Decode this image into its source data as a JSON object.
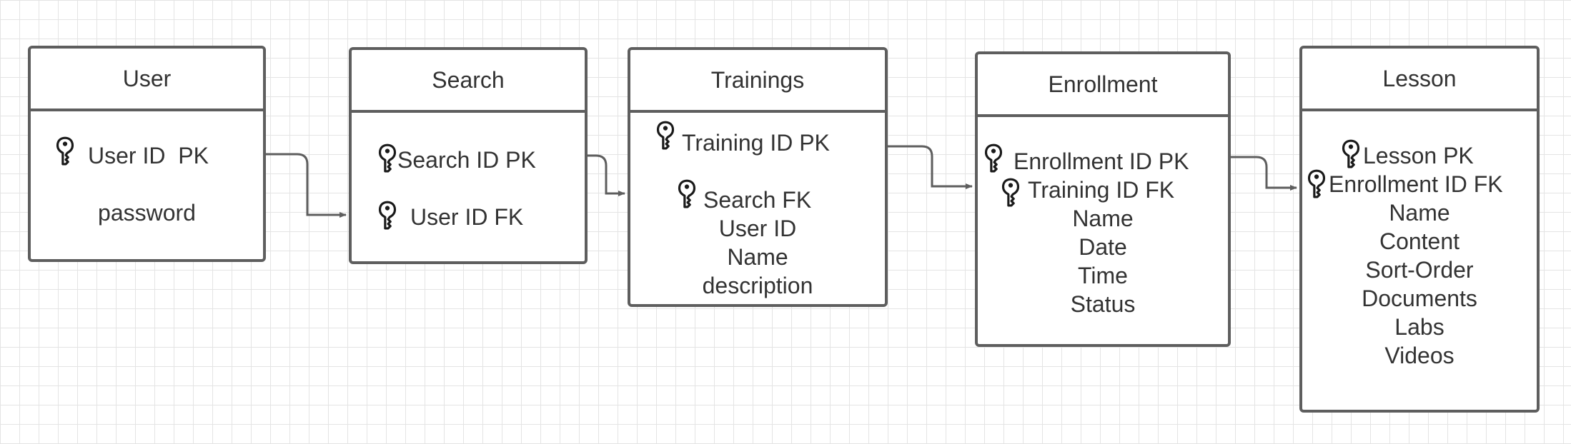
{
  "entities": [
    {
      "name": "User",
      "fields": [
        "User ID  PK",
        "password"
      ]
    },
    {
      "name": "Search",
      "fields": [
        "Search ID PK",
        "User ID FK"
      ]
    },
    {
      "name": "Trainings",
      "fields": [
        "Training ID PK",
        "Search FK",
        "User ID",
        "Name",
        "description"
      ]
    },
    {
      "name": "Enrollment",
      "fields": [
        "Enrollment ID PK",
        "Training ID FK",
        "Name",
        "Date",
        "Time",
        "Status"
      ]
    },
    {
      "name": "Lesson",
      "fields": [
        "Lesson PK",
        "Enrollment ID FK",
        "Name",
        "Content",
        "Sort-Order",
        "Documents",
        "Labs",
        "Videos"
      ]
    }
  ],
  "icons": {
    "key": "key-icon"
  },
  "colors": {
    "stroke": "#5e5e5e",
    "text": "#333333",
    "grid": "#e4e4e4"
  }
}
